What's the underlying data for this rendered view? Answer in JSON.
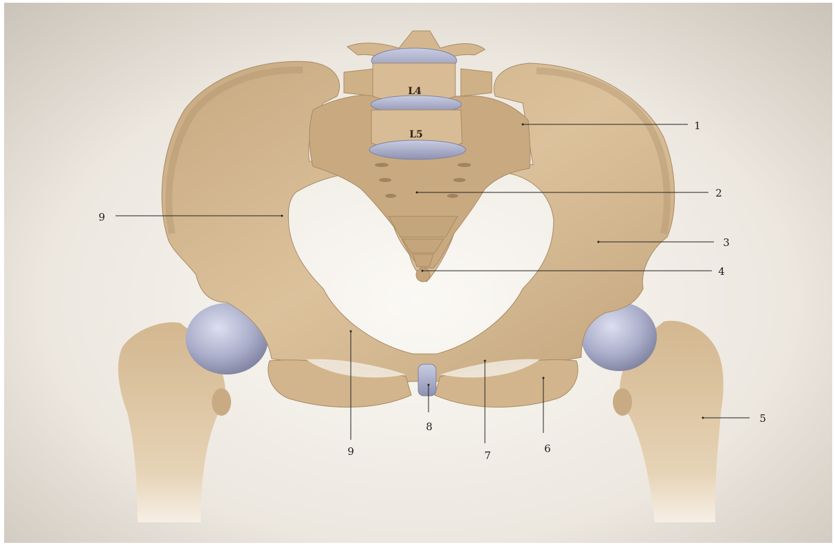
{
  "diagram": {
    "vertebra_labels": [
      "L4",
      "L5"
    ],
    "callouts": [
      "1",
      "2",
      "9",
      "3",
      "4",
      "5",
      "9",
      "8",
      "7",
      "6"
    ],
    "colors": {
      "background": "#f2ede6",
      "bone": "#d7bc95",
      "bone_shadow": "#b89a72",
      "cartilage": "#b9bdd6"
    }
  }
}
